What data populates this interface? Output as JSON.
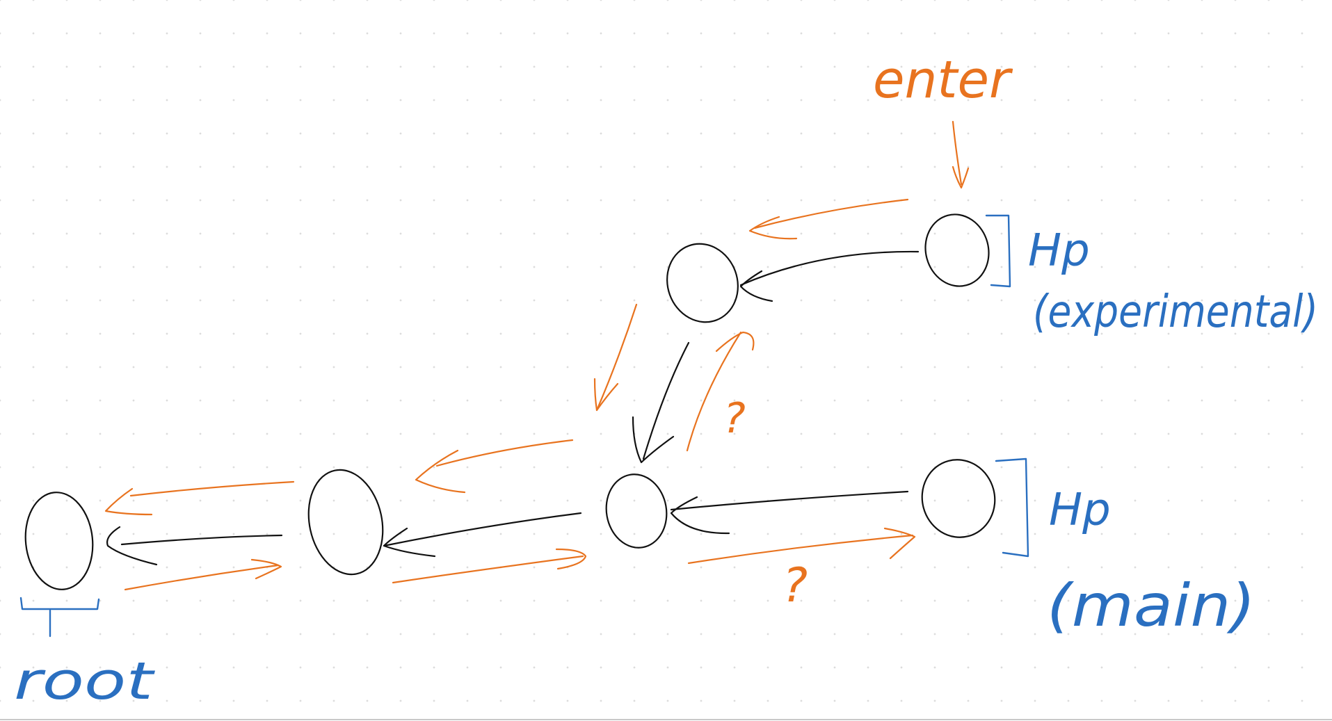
{
  "colors": {
    "ink": "#111111",
    "orange": "#e8731f",
    "blue": "#2a6fc0",
    "background": "#ffffff"
  },
  "labels": {
    "enter": "enter",
    "hp_top": "Hp",
    "experimental": "(experimental)",
    "hp_bottom": "Hp",
    "main": "(main)",
    "root": "root",
    "question_upper": "?",
    "question_lower": "?"
  }
}
